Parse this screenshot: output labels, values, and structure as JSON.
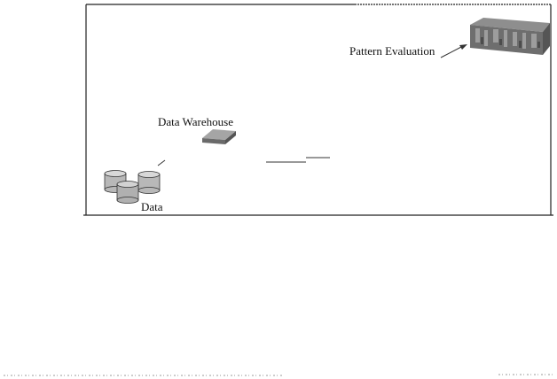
{
  "labels": {
    "pattern_evaluation": "Pattern Evaluation",
    "data_warehouse": "Data Warehouse",
    "data": "Data"
  },
  "colors": {
    "frame": "#222222",
    "cylinder_fill": "#b8b8b8",
    "cylinder_top": "#d8d8d8",
    "warehouse_fill": "#8a8a8a",
    "knowledge_block": "#6e6e6e"
  },
  "icons": {
    "knowledge": "knowledge-block-icon",
    "warehouse": "warehouse-slab-icon",
    "databases": "database-cylinders-icon"
  }
}
